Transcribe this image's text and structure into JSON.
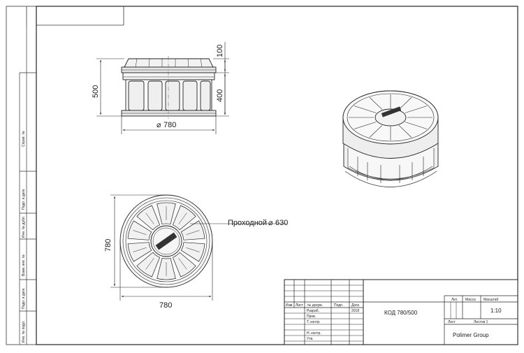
{
  "dimensions": {
    "side_height_total": "500",
    "side_height_body": "400",
    "side_height_top": "100",
    "side_diameter": "780",
    "top_width": "780",
    "top_height": "780",
    "passage": "Проходной",
    "passage_diameter": "630",
    "diameter_symbol": "⌀"
  },
  "side_labels": [
    "Справ. №",
    "Подп. и дата",
    "Инв. № дубл.",
    "Взам. инв. №",
    "Подп. и дата",
    "Инв. № подл."
  ],
  "title_block": {
    "headers": [
      "Изм.",
      "Лист",
      "№ докум.",
      "Подп.",
      "Дата"
    ],
    "rows": [
      "Разраб.",
      "Пров.",
      "Т. контр.",
      "",
      "Н. контр.",
      "Утв."
    ],
    "date": "2018",
    "code": "КОД 780/500",
    "col_lit": "Лит.",
    "col_mass": "Масса",
    "col_scale": "Масштаб",
    "scale": "1:10",
    "sheet": "Лист",
    "sheets": "Листов 1",
    "company": "Polimer Group"
  }
}
